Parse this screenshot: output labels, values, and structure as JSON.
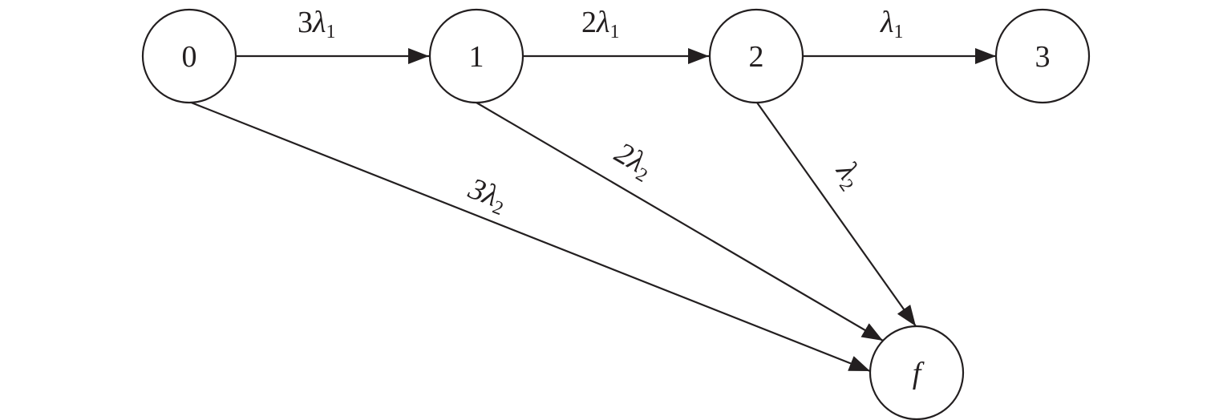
{
  "nodes": [
    {
      "id": "n0",
      "label": "0"
    },
    {
      "id": "n1",
      "label": "1"
    },
    {
      "id": "n2",
      "label": "2"
    },
    {
      "id": "n3",
      "label": "3"
    },
    {
      "id": "nf",
      "label": "f"
    }
  ],
  "edges": [
    {
      "from": "n0",
      "to": "n1",
      "coef": "3",
      "symbol": "λ",
      "sub": "1"
    },
    {
      "from": "n1",
      "to": "n2",
      "coef": "2",
      "symbol": "λ",
      "sub": "1"
    },
    {
      "from": "n2",
      "to": "n3",
      "coef": "",
      "symbol": "λ",
      "sub": "1"
    },
    {
      "from": "n0",
      "to": "nf",
      "coef": "3",
      "symbol": "λ",
      "sub": "2"
    },
    {
      "from": "n1",
      "to": "nf",
      "coef": "2",
      "symbol": "λ",
      "sub": "2"
    },
    {
      "from": "n2",
      "to": "nf",
      "coef": "",
      "symbol": "λ",
      "sub": "2"
    }
  ],
  "colors": {
    "stroke": "#231f20",
    "background": "#ffffff"
  }
}
